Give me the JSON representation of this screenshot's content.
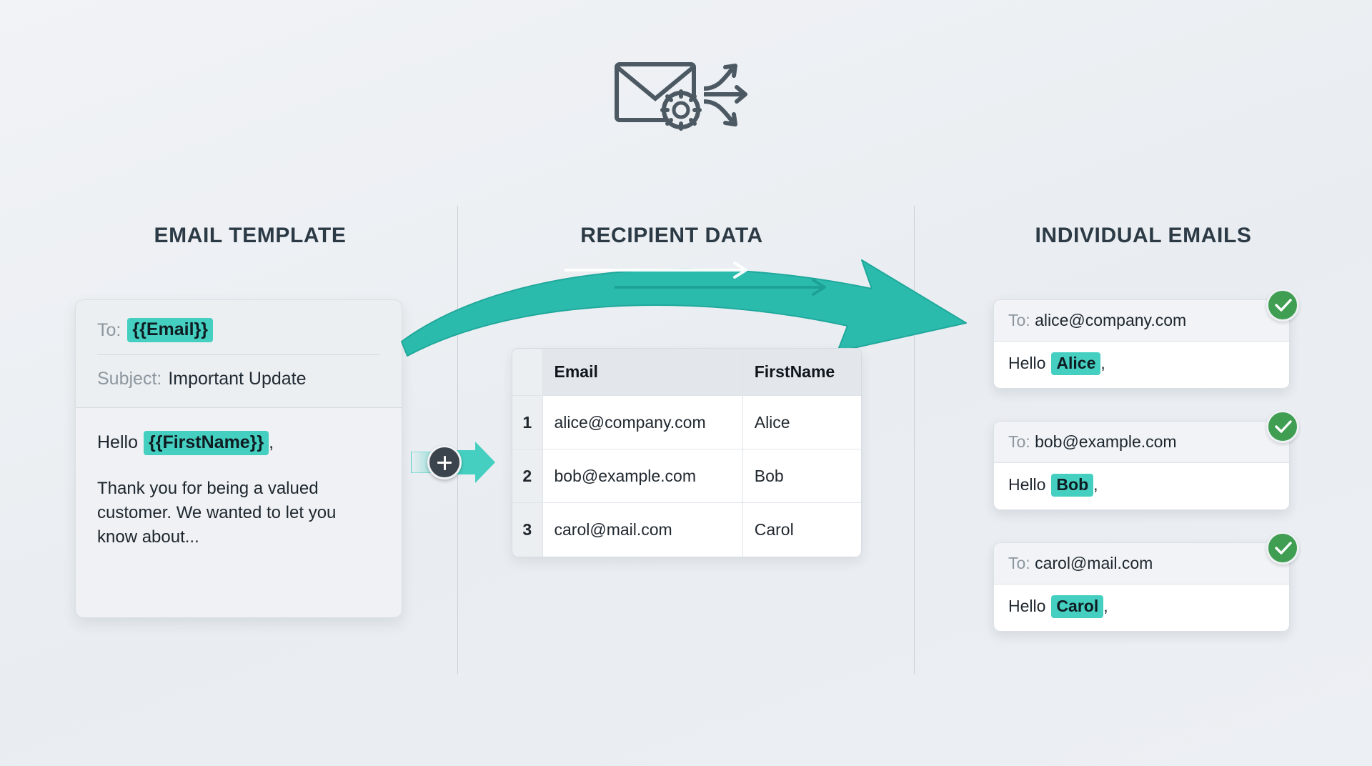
{
  "hero": {
    "icon": "envelope-gear-distribute-icon"
  },
  "columns": [
    {
      "id": "email-template",
      "title": "EMAIL TEMPLATE"
    },
    {
      "id": "recipient-data",
      "title": "RECIPIENT DATA"
    },
    {
      "id": "individual-emails",
      "title": "INDIVIDUAL EMAILS"
    }
  ],
  "template": {
    "to_label": "To:",
    "to_token": "{{Email}}",
    "subject_label": "Subject:",
    "subject_value": "Important Update",
    "greeting_prefix": "Hello",
    "greeting_token": "{{FirstName}}",
    "greeting_suffix": ",",
    "body": "Thank you for being a valued customer. We wanted to let you know about..."
  },
  "merge": {
    "icon": "plus-merge-icon",
    "arrow": "arrow-right-icon"
  },
  "table": {
    "columns": [
      "",
      "Email",
      "FirstName"
    ],
    "rows": [
      {
        "no": "1",
        "email": "alice@company.com",
        "first_name": "Alice"
      },
      {
        "no": "2",
        "email": "bob@example.com",
        "first_name": "Bob"
      },
      {
        "no": "3",
        "email": "carol@mail.com",
        "first_name": "Carol"
      }
    ]
  },
  "outputs": [
    {
      "to_label": "To:",
      "to_value": "alice@company.com",
      "greeting_prefix": "Hello",
      "name": "Alice",
      "greeting_suffix": ",",
      "status_icon": "check-circle-icon"
    },
    {
      "to_label": "To:",
      "to_value": "bob@example.com",
      "greeting_prefix": "Hello",
      "name": "Bob",
      "greeting_suffix": ",",
      "status_icon": "check-circle-icon"
    },
    {
      "to_label": "To:",
      "to_value": "carol@mail.com",
      "greeting_prefix": "Hello",
      "name": "Carol",
      "greeting_suffix": ",",
      "status_icon": "check-circle-icon"
    }
  ],
  "colors": {
    "accent_teal": "#2BBBAD",
    "token_highlight": "#45CFC0",
    "success_green": "#3F9E52",
    "heading": "#2B3A45",
    "background": "#EEF1F4"
  }
}
